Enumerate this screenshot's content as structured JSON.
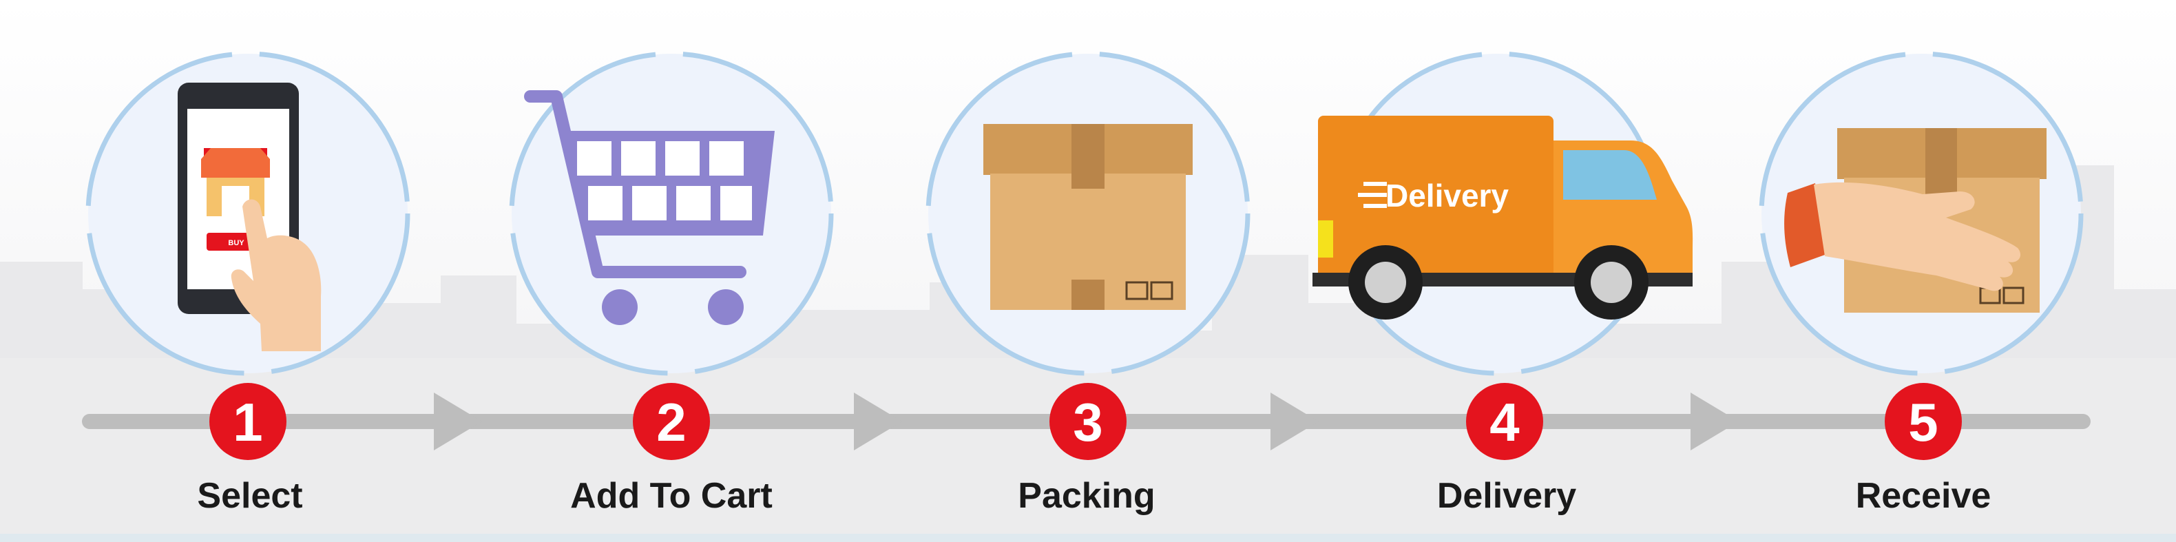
{
  "steps": [
    {
      "number": "1",
      "label": "Select",
      "icon": "phone-shop-icon"
    },
    {
      "number": "2",
      "label": "Add To Cart",
      "icon": "shopping-cart-icon"
    },
    {
      "number": "3",
      "label": "Packing",
      "icon": "package-box-icon"
    },
    {
      "number": "4",
      "label": "Delivery",
      "icon": "delivery-truck-icon"
    },
    {
      "number": "5",
      "label": "Receive",
      "icon": "hand-receive-box-icon"
    }
  ],
  "icons": {
    "buy_button_text": "BUY",
    "truck_text": "Delivery"
  },
  "colors": {
    "accent_red": "#e4141e",
    "timeline_gray": "#bdbdbd",
    "circle_ring": "#aed0ec",
    "cart_purple": "#8d84cf",
    "truck_orange": "#ee8a1c",
    "box_brown": "#d9a866"
  }
}
